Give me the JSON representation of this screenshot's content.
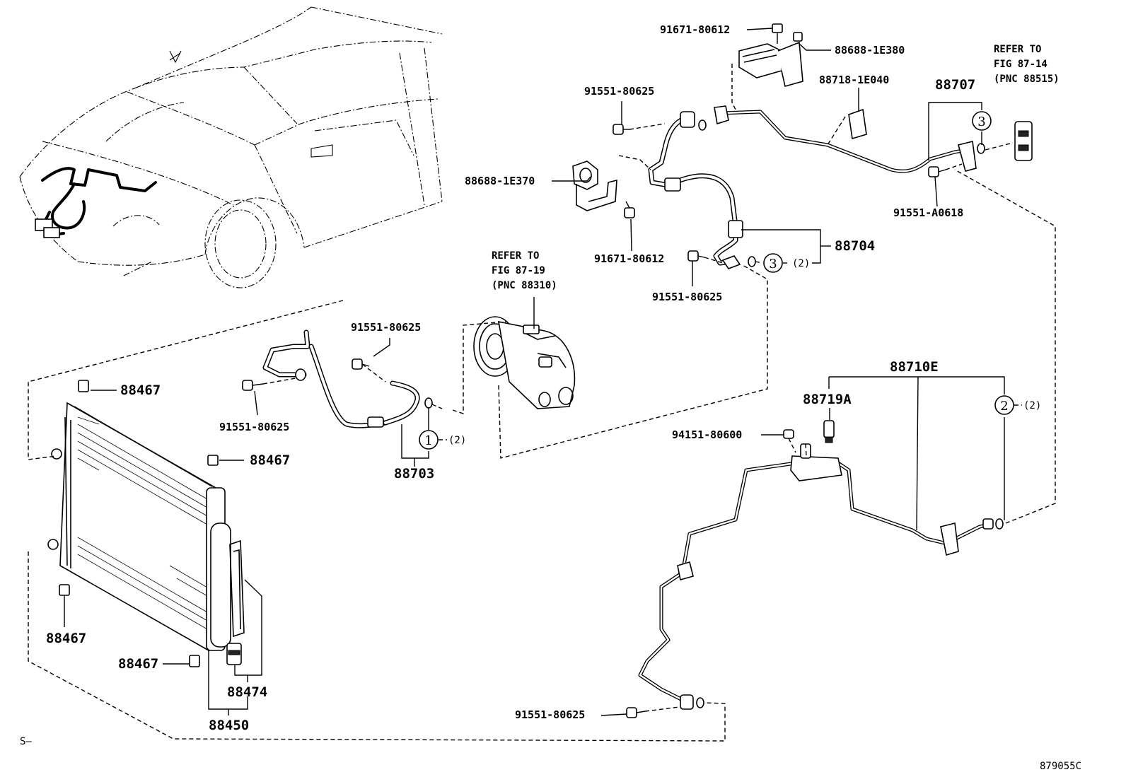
{
  "diagram_id": "879055C",
  "footer_mark": "S–",
  "part_labels": {
    "p91671_top": "91671-80612",
    "p88688_1e380": "88688-1E380",
    "p91551_top": "91551-80625",
    "p88718": "88718-1E040",
    "p88707": "88707",
    "p88688_1e370": "88688-1E370",
    "p91551_a0618": "91551-A0618",
    "p88704": "88704",
    "p91671_mid": "91671-80612",
    "p91551_mid": "91551-80625",
    "p91551_hose": "91551-80625",
    "p91551_hose2": "91551-80625",
    "p88467_a": "88467",
    "p88467_b": "88467",
    "p88467_c": "88467",
    "p88467_d": "88467",
    "p88703": "88703",
    "p88710e": "88710E",
    "p88719a": "88719A",
    "p94151": "94151-80600",
    "p88474": "88474",
    "p88450": "88450",
    "p91551_bottom": "91551-80625"
  },
  "refer_notes": {
    "fig87_14": {
      "line1": "REFER TO",
      "line2": "FIG 87-14",
      "line3": "(PNC 88515)"
    },
    "fig87_19": {
      "line1": "REFER TO",
      "line2": "FIG 87-19",
      "line3": "(PNC 88310)"
    }
  },
  "callouts": {
    "c1": {
      "num": "1",
      "qty": "(2)"
    },
    "c2": {
      "num": "2",
      "qty": "(2)"
    },
    "c3a": {
      "num": "3",
      "qty": ""
    },
    "c3b": {
      "num": "3",
      "qty": "(2)"
    }
  }
}
